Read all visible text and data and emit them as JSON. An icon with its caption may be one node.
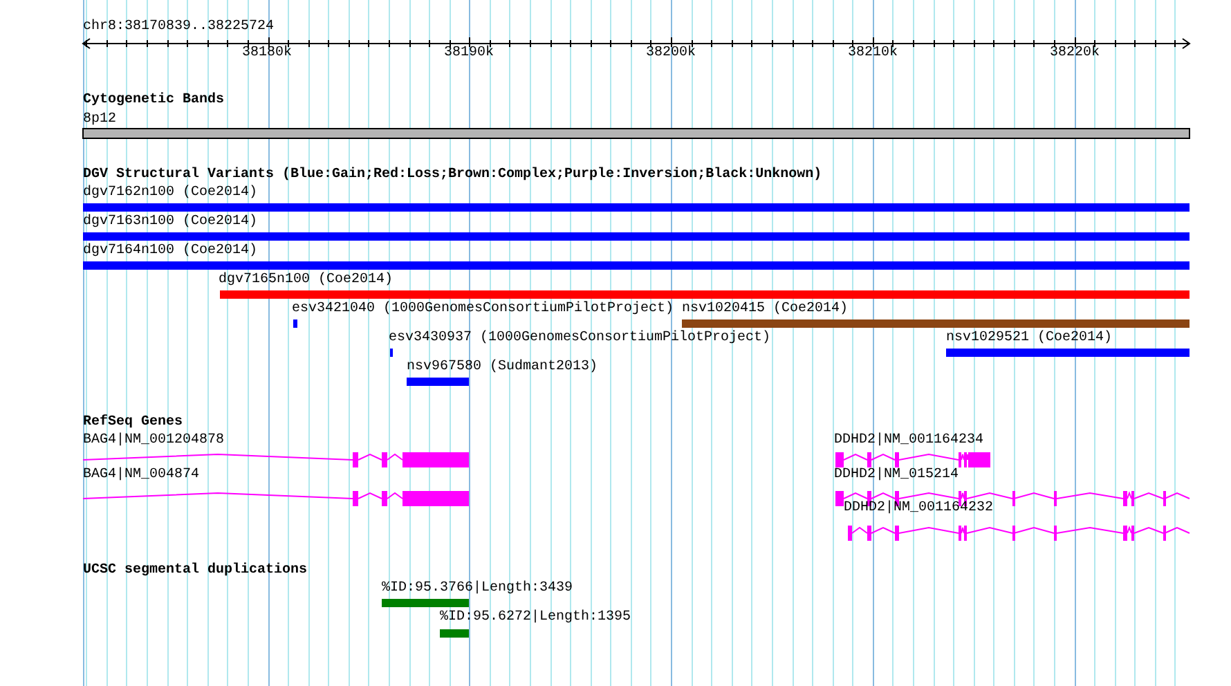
{
  "diagram": {
    "labels": [
      "chr8:38170839..38225724",
      "38180k",
      "38190k",
      "38200k",
      "38210k",
      "38220k",
      "Cytogenetic Bands",
      "8p12",
      "DGV Structural Variants (Blue:Gain;Red:Loss;Brown:Complex;Purple:Inversion;Black:Unknown)",
      "dgv7162n100 (Coe2014)",
      "dgv7163n100 (Coe2014)",
      "dgv7164n100 (Coe2014)",
      "dgv7165n100 (Coe2014)",
      "esv3421040 (1000GenomesConsortiumPilotProject)",
      "nsv1020415 (Coe2014)",
      "esv3430937 (1000GenomesConsortiumPilotProject)",
      "nsv1029521 (Coe2014)",
      "nsv967580 (Sudmant2013)",
      "RefSeq Genes",
      "BAG4|NM_001204878",
      "DDHD2|NM_001164234",
      "BAG4|NM_004874",
      "DDHD2|NM_015214",
      "DDHD2|NM_001164232",
      "UCSC segmental duplications",
      "%ID:95.3766|Length:3439",
      "%ID:95.6272|Length:1395"
    ]
  }
}
